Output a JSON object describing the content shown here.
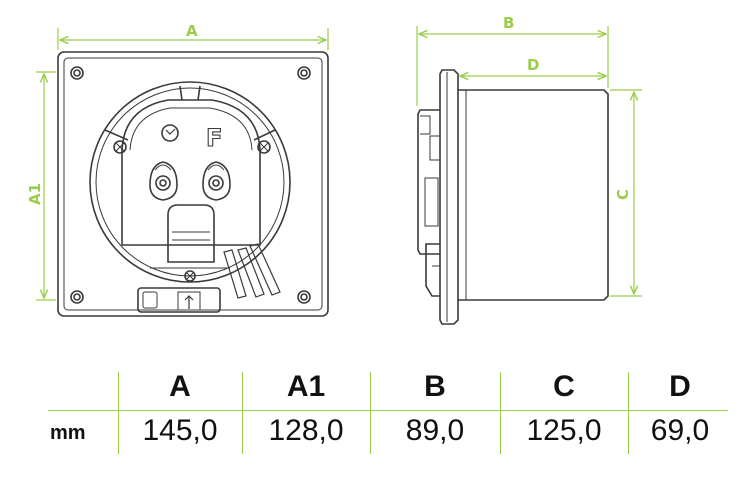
{
  "dimensions": {
    "unit": "mm",
    "columns": [
      {
        "label": "A",
        "value": "145,0"
      },
      {
        "label": "A1",
        "value": "128,0"
      },
      {
        "label": "B",
        "value": "89,0"
      },
      {
        "label": "C",
        "value": "125,0"
      },
      {
        "label": "D",
        "value": "69,0"
      }
    ]
  },
  "front_view": {
    "dim_width": "A",
    "dim_height": "A1",
    "symbol_letter": "F"
  },
  "side_view": {
    "dim_depth_total": "B",
    "dim_depth_body": "D",
    "dim_body_height": "C"
  },
  "colors": {
    "dimension_line": "#9acd4a",
    "outline": "#3a3a3a"
  }
}
